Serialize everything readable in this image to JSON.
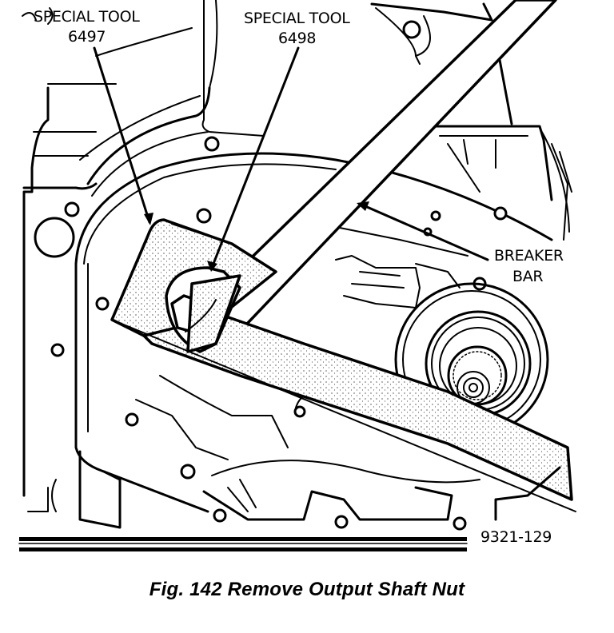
{
  "figure": {
    "labels": {
      "tool_6497_line1": "SPECIAL TOOL",
      "tool_6497_line2": "6497",
      "tool_6498_line1": "SPECIAL TOOL",
      "tool_6498_line2": "6498",
      "breaker_bar_line1": "BREAKER",
      "breaker_bar_line2": "BAR",
      "figure_code": "9321-129"
    },
    "caption": "Fig. 142 Remove Output Shaft Nut",
    "colors": {
      "ink": "#000000",
      "paper": "#ffffff"
    }
  }
}
